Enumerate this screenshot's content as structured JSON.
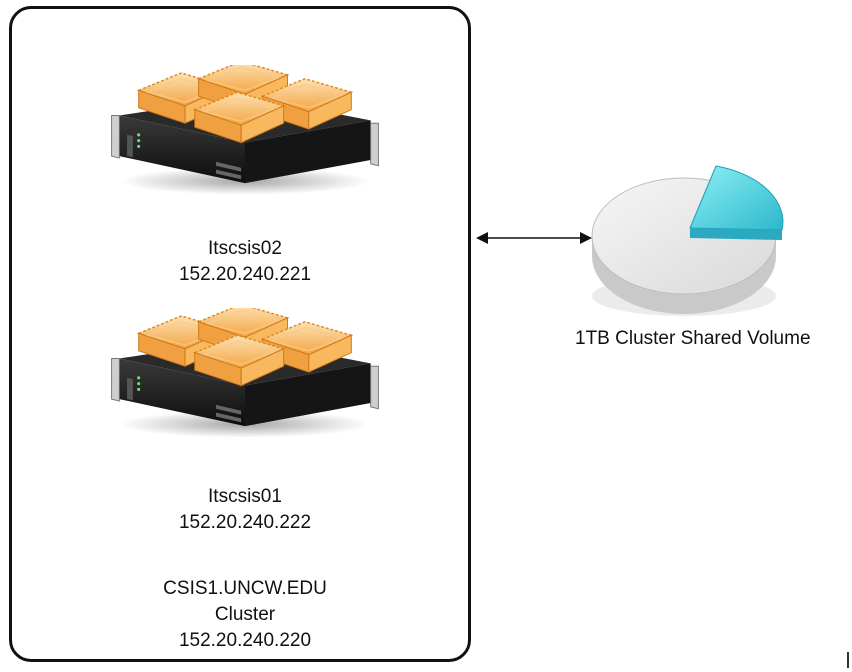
{
  "cluster": {
    "name": "CSIS1.UNCW.EDU",
    "type": "Cluster",
    "ip": "152.20.240.220"
  },
  "servers": [
    {
      "hostname": "Itscsis02",
      "ip": "152.20.240.221"
    },
    {
      "hostname": "Itscsis01",
      "ip": "152.20.240.222"
    }
  ],
  "storage": {
    "label": "1TB Cluster Shared Volume"
  },
  "colors": {
    "drive_orange": "#f5a742",
    "drive_orange_light": "#fbd08c",
    "chassis_dark": "#1e1e1e",
    "disk_gray": "#e6e6e6",
    "disk_slice": "#4fd3e0"
  },
  "icons": [
    "server-rack-icon",
    "disk-pie-icon",
    "bidirectional-arrow"
  ]
}
